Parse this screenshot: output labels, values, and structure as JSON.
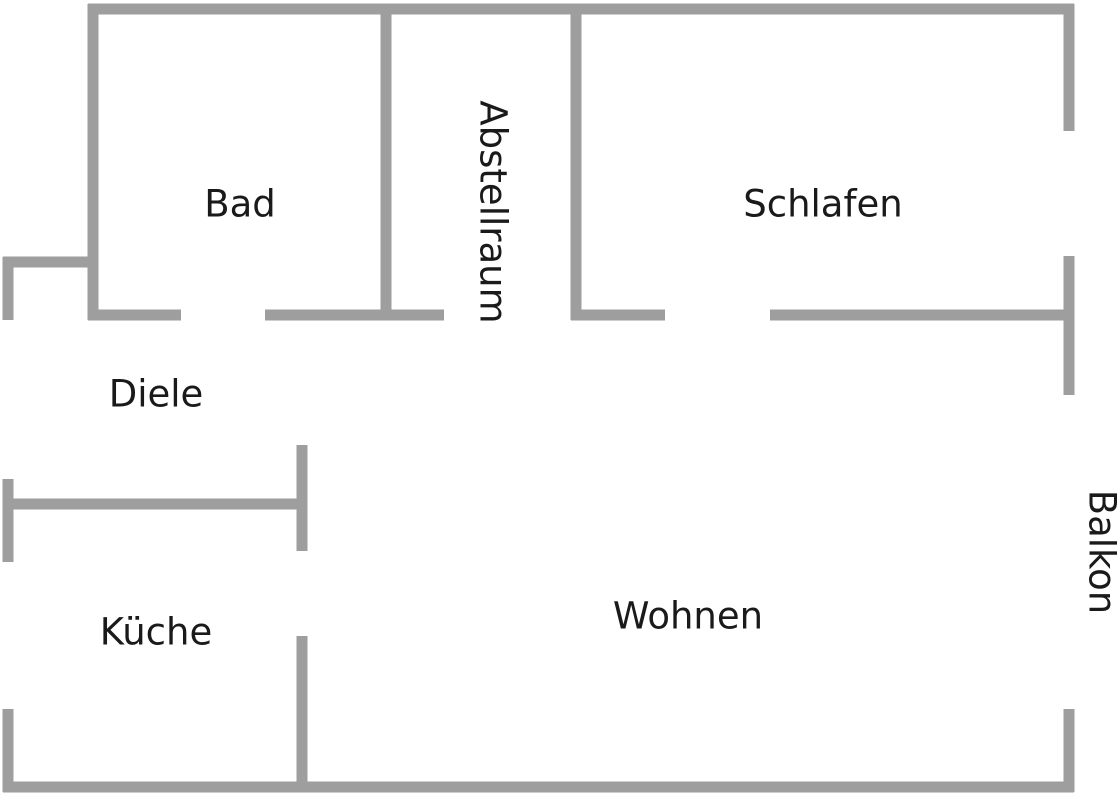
{
  "floorplan": {
    "rooms": {
      "bad": "Bad",
      "abstellraum": "Abstellraum",
      "schlafen": "Schlafen",
      "diele": "Diele",
      "kueche": "Küche",
      "wohnen": "Wohnen",
      "balkon": "Balkon"
    },
    "colors": {
      "wall": "#9e9e9e",
      "text": "#1a1a1a",
      "background": "#ffffff"
    }
  }
}
